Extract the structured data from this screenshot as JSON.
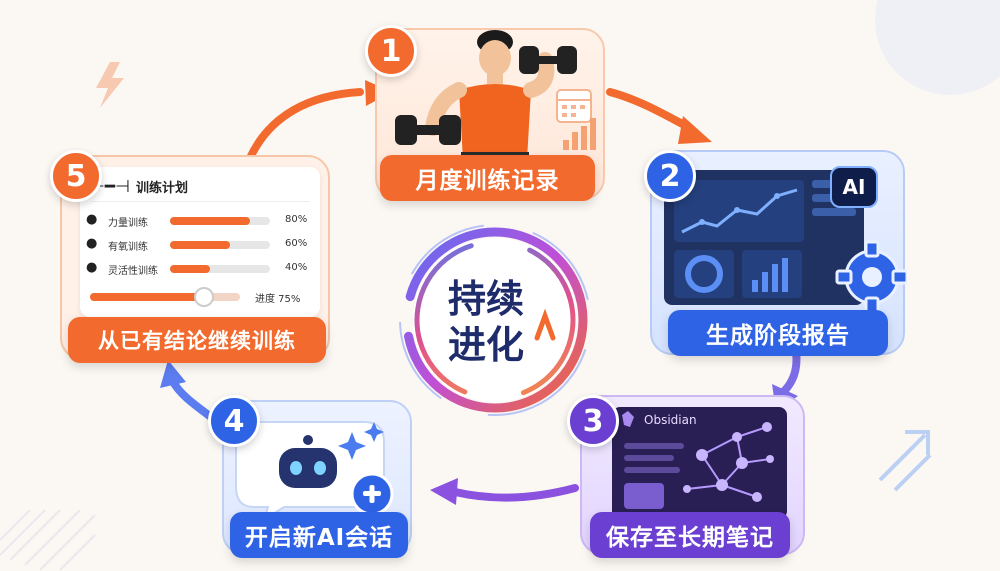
{
  "center": {
    "line1": "持续",
    "line2": "进化"
  },
  "steps": [
    {
      "num": "1",
      "label": "月度训练记录"
    },
    {
      "num": "2",
      "label": "生成阶段报告"
    },
    {
      "num": "3",
      "label": "保存至长期笔记"
    },
    {
      "num": "4",
      "label": "开启新AI会话"
    },
    {
      "num": "5",
      "label": "从已有结论继续训练"
    }
  ],
  "plan": {
    "title": "训练计划",
    "rows": [
      {
        "label": "力量训练",
        "pct_text": "80%",
        "value": 0.8,
        "icon": "flexed-arm-icon"
      },
      {
        "label": "有氧训练",
        "pct_text": "60%",
        "value": 0.6,
        "icon": "running-icon"
      },
      {
        "label": "灵活性训练",
        "pct_text": "40%",
        "value": 0.4,
        "icon": "stretch-icon"
      }
    ],
    "progress_label": "进度 75%",
    "progress_value": 0.75
  },
  "report": {
    "ai_label": "AI"
  },
  "notes": {
    "app_name": "Obsidian"
  },
  "colors": {
    "orange": "#f26a2d",
    "blue": "#2f63e6",
    "purple": "#6a3fd1",
    "navy": "#1f2c6b"
  }
}
